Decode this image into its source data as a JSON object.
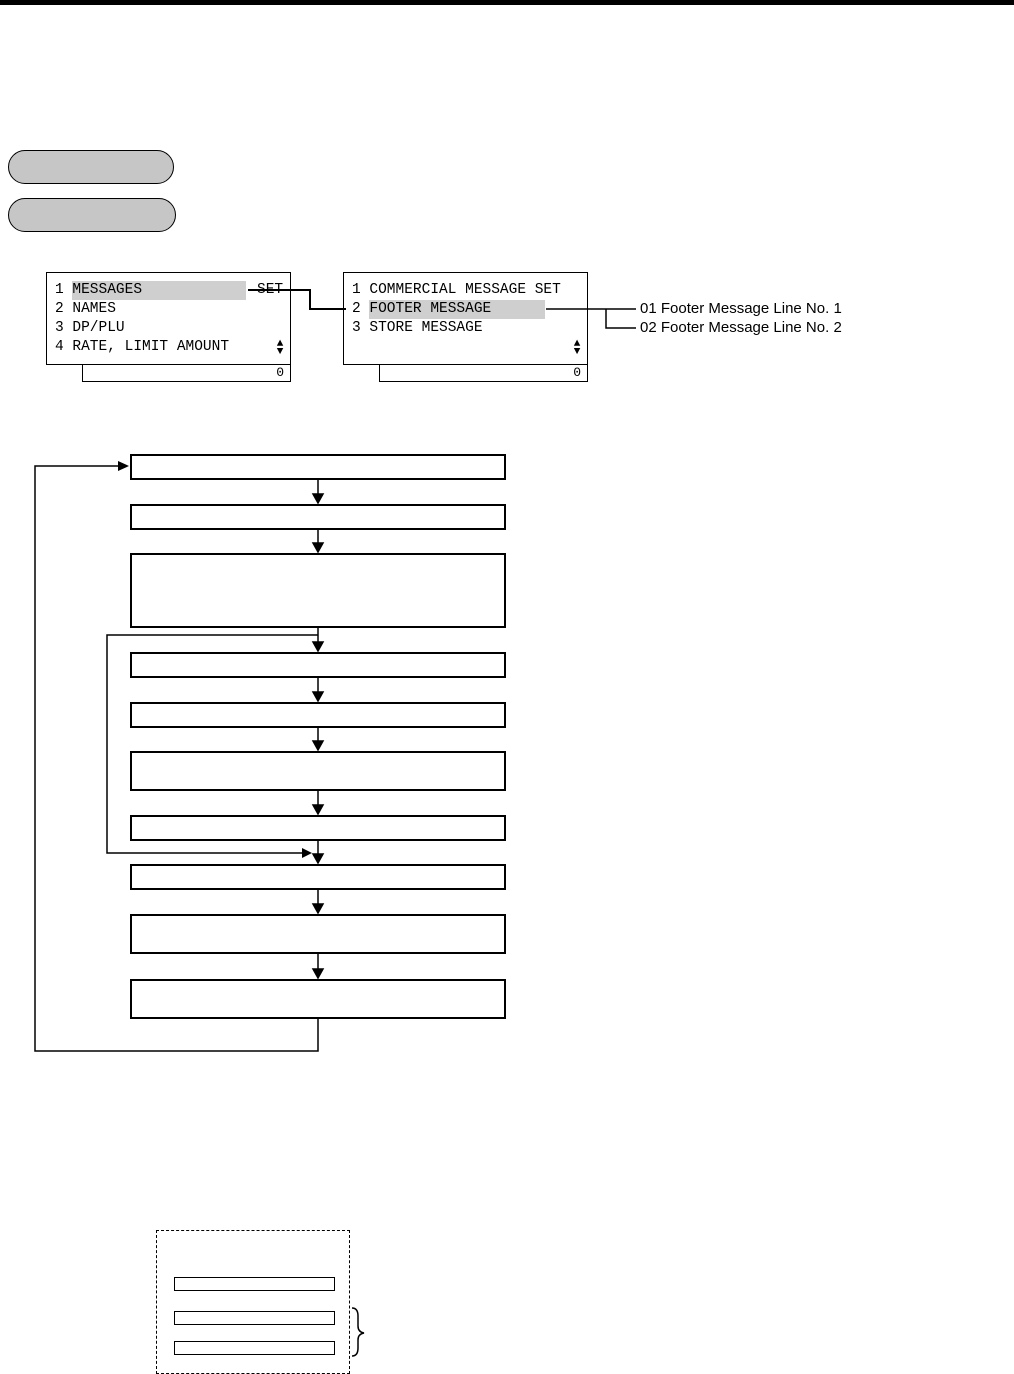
{
  "menu_screen_1": {
    "rows": [
      {
        "num": "1",
        "text": "MESSAGES",
        "suffix": "SET"
      },
      {
        "num": "2",
        "text": "NAMES",
        "suffix": ""
      },
      {
        "num": "3",
        "text": "DP/PLU",
        "suffix": ""
      },
      {
        "num": "4",
        "text": "RATE, LIMIT AMOUNT",
        "suffix": ""
      }
    ],
    "footer_value": "0"
  },
  "menu_screen_2": {
    "rows": [
      {
        "num": "1",
        "text": "COMMERCIAL MESSAGE SET"
      },
      {
        "num": "2",
        "text": "FOOTER MESSAGE"
      },
      {
        "num": "3",
        "text": "STORE MESSAGE"
      }
    ],
    "footer_value": "0"
  },
  "footer_options": [
    "01 Footer Message Line No. 1",
    "02 Footer Message Line No. 2"
  ],
  "colors": {
    "highlight": "#cfcfcf",
    "pill_fill": "#c6c6c6",
    "line": "#000000"
  }
}
